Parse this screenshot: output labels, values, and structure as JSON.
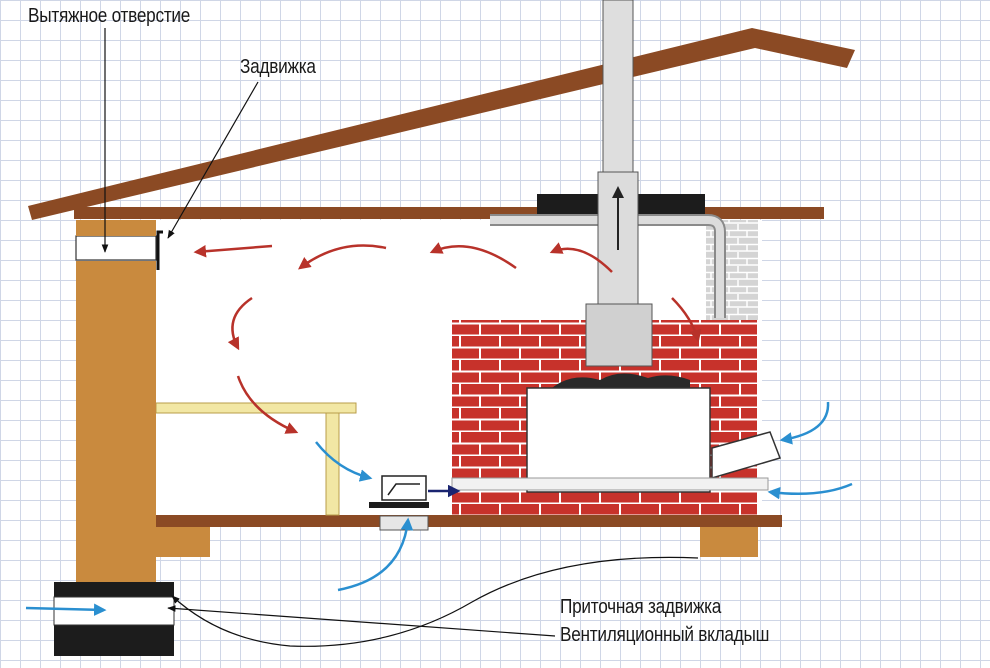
{
  "labels": {
    "exhaust_opening": "Вытяжное отверстие",
    "damper": "Задвижка",
    "supply_damper": "Приточная задвижка",
    "ventilation_insert": "Вентиляционный вкладыш"
  },
  "colors": {
    "grid": "#cfd6e6",
    "roof": "#8b4a24",
    "wood_wall": "#c98a3e",
    "brick": "#c7322b",
    "chimney": "#d8d8d8",
    "hot_air_arrow": "#b8322a",
    "cold_air_arrow": "#2a8fd0",
    "dark": "#1c1c1c"
  },
  "icons": [
    "chimney-up-arrow-icon"
  ]
}
